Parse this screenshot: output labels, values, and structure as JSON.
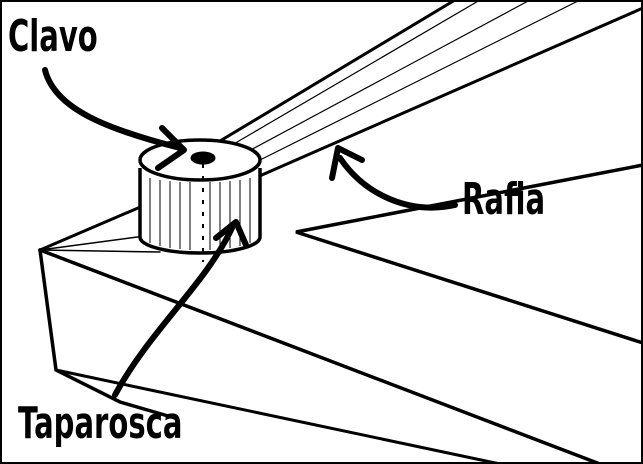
{
  "labels": {
    "nail": "Clavo",
    "twine": "Rafia",
    "bottle_cap": "Taparosca"
  },
  "colors": {
    "ink": "#000000",
    "paper": "#ffffff"
  }
}
